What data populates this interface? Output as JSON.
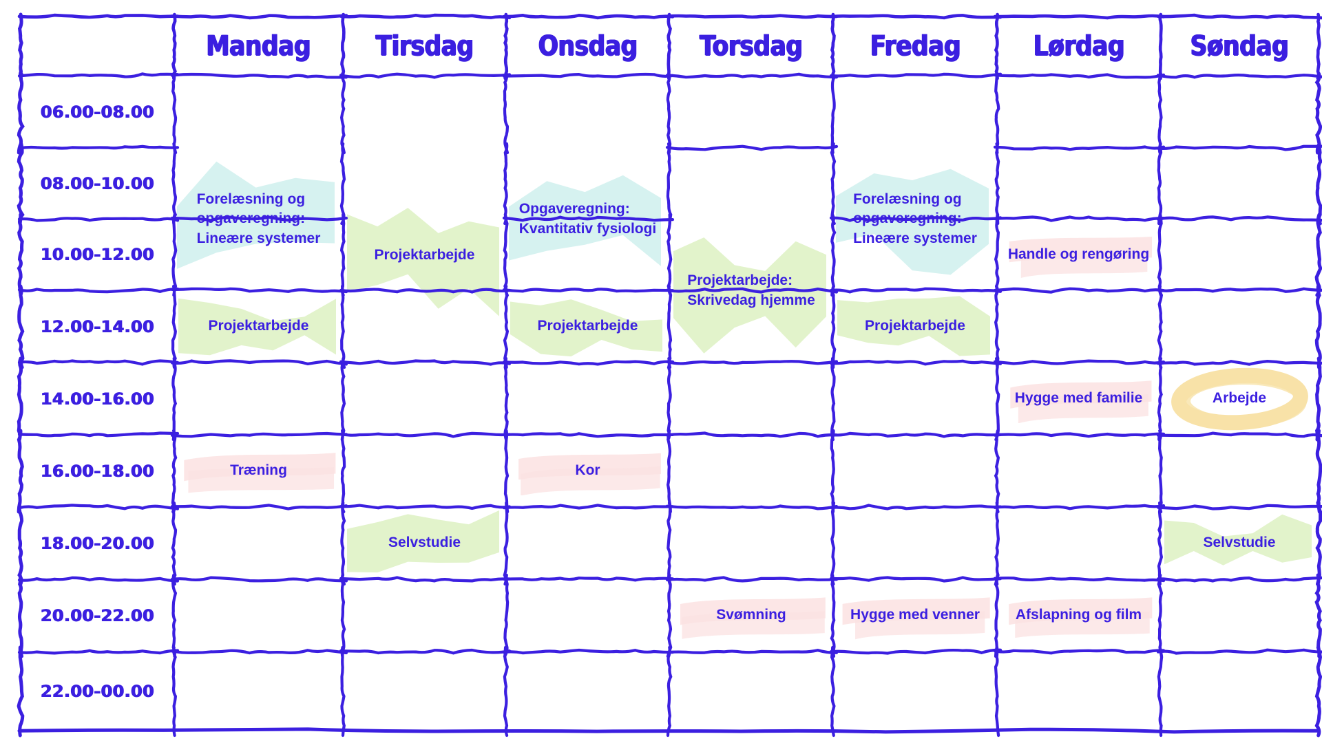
{
  "meta": {
    "title": "Ugeplan / Weekly schedule (Danish)",
    "colors": {
      "ink": "#3b1fe0",
      "highlight_cyan": "#d6f2f0",
      "highlight_green": "#e2f3cb",
      "highlight_pink": "#fbe2e2",
      "highlight_yellow": "#f8e2a8",
      "paper": "#ffffff"
    }
  },
  "columns": [
    {
      "id": "time",
      "label": ""
    },
    {
      "id": "mandag",
      "label": "Mandag"
    },
    {
      "id": "tirsdag",
      "label": "Tirsdag"
    },
    {
      "id": "onsdag",
      "label": "Onsdag"
    },
    {
      "id": "torsdag",
      "label": "Torsdag"
    },
    {
      "id": "fredag",
      "label": "Fredag"
    },
    {
      "id": "lordag",
      "label": "Lørdag"
    },
    {
      "id": "sondag",
      "label": "Søndag"
    }
  ],
  "rows": [
    {
      "id": "r1",
      "label": "06.00-08.00"
    },
    {
      "id": "r2",
      "label": "08.00-10.00"
    },
    {
      "id": "r3",
      "label": "10.00-12.00"
    },
    {
      "id": "r4",
      "label": "12.00-14.00"
    },
    {
      "id": "r5",
      "label": "14.00-16.00"
    },
    {
      "id": "r6",
      "label": "16.00-18.00"
    },
    {
      "id": "r7",
      "label": "18.00-20.00"
    },
    {
      "id": "r8",
      "label": "20.00-22.00"
    },
    {
      "id": "r9",
      "label": "22.00-00.00"
    }
  ],
  "entries": [
    {
      "id": "e01",
      "day": "mandag",
      "time": "08.00-12.00",
      "text": "Forelæsning og\nopgaveregning:\nLineære systemer",
      "highlight": "cyan"
    },
    {
      "id": "e02",
      "day": "mandag",
      "time": "12.00-14.00",
      "text": "Projektarbejde",
      "highlight": "green"
    },
    {
      "id": "e03",
      "day": "mandag",
      "time": "16.00-18.00",
      "text": "Træning",
      "highlight": "pink"
    },
    {
      "id": "e04",
      "day": "tirsdag",
      "time": "08.00-14.00",
      "text": "Projektarbejde",
      "highlight": "green"
    },
    {
      "id": "e05",
      "day": "tirsdag",
      "time": "18.00-20.00",
      "text": "Selvstudie",
      "highlight": "green"
    },
    {
      "id": "e06",
      "day": "onsdag",
      "time": "08.00-12.00",
      "text": "Opgaveregning:\nKvantitativ fysiologi",
      "highlight": "cyan"
    },
    {
      "id": "e07",
      "day": "onsdag",
      "time": "12.00-14.00",
      "text": "Projektarbejde",
      "highlight": "green"
    },
    {
      "id": "e08",
      "day": "onsdag",
      "time": "16.00-18.00",
      "text": "Kor",
      "highlight": "pink"
    },
    {
      "id": "e09",
      "day": "torsdag",
      "time": "10.00-14.00",
      "text": "Projektarbejde:\nSkrivedag hjemme",
      "highlight": "green"
    },
    {
      "id": "e10",
      "day": "torsdag",
      "time": "20.00-22.00",
      "text": "Svømning",
      "highlight": "pink"
    },
    {
      "id": "e11",
      "day": "fredag",
      "time": "08.00-12.00",
      "text": "Forelæsning og\nopgaveregning:\nLineære systemer",
      "highlight": "cyan"
    },
    {
      "id": "e12",
      "day": "fredag",
      "time": "12.00-14.00",
      "text": "Projektarbejde",
      "highlight": "green"
    },
    {
      "id": "e13",
      "day": "fredag",
      "time": "20.00-22.00",
      "text": "Hygge med venner",
      "highlight": "pink"
    },
    {
      "id": "e14",
      "day": "lordag",
      "time": "10.00-12.00",
      "text": "Handle og rengøring",
      "highlight": "pink"
    },
    {
      "id": "e15",
      "day": "lordag",
      "time": "14.00-16.00",
      "text": "Hygge med familie",
      "highlight": "pink"
    },
    {
      "id": "e16",
      "day": "lordag",
      "time": "20.00-22.00",
      "text": "Afslapning og film",
      "highlight": "pink"
    },
    {
      "id": "e17",
      "day": "sondag",
      "time": "14.00-16.00",
      "text": "Arbejde",
      "highlight": "yellow-circle"
    },
    {
      "id": "e18",
      "day": "sondag",
      "time": "18.00-20.00",
      "text": "Selvstudie",
      "highlight": "green"
    }
  ]
}
